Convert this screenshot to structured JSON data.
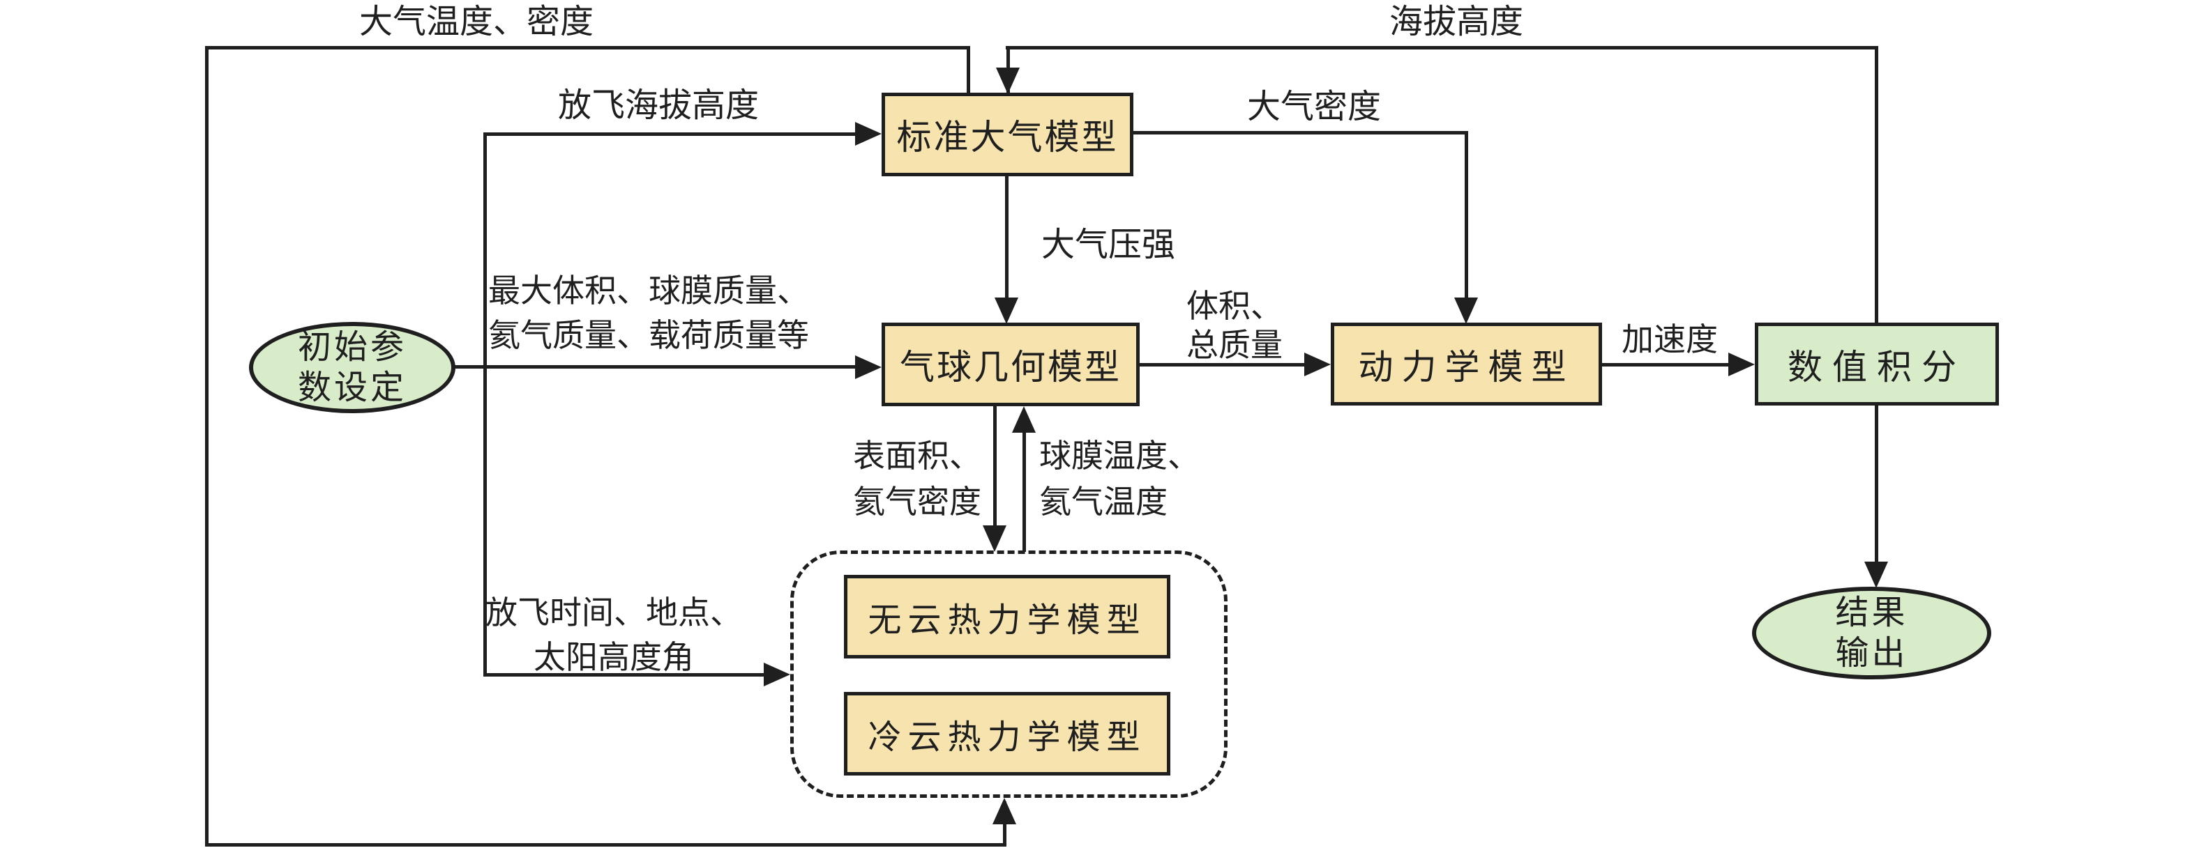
{
  "diagram": {
    "colors": {
      "process_fill": "#f6e3ad",
      "terminal_fill": "#d9ecca",
      "stroke": "#1f1f1f",
      "background": "#ffffff"
    },
    "nodes": {
      "standard_atmosphere": {
        "label": "标准大气模型"
      },
      "balloon_geometry": {
        "label": "气球几何模型"
      },
      "dynamics": {
        "label": "动力学模型"
      },
      "numerical_integration": {
        "label": "数值积分"
      },
      "cloudless_thermo": {
        "label": "无云热力学模型"
      },
      "cold_cloud_thermo": {
        "label": "冷云热力学模型"
      },
      "initial_params": {
        "line1": "初始参",
        "line2": "数设定"
      },
      "result_output": {
        "line1": "结果",
        "line2": "输出"
      }
    },
    "edge_labels": {
      "atm_temp_density": "大气温度、密度",
      "altitude": "海拔高度",
      "launch_altitude": "放飞海拔高度",
      "atm_density": "大气密度",
      "atm_pressure": "大气压强",
      "max_volume_line1": "最大体积、球膜质量、",
      "max_volume_line2": "氦气质量、载荷质量等",
      "volume_line1": "体积、",
      "volume_line2": "总质量",
      "acceleration": "加速度",
      "surface_line1": "表面积、",
      "surface_line2": "氦气密度",
      "film_temp_line1": "球膜温度、",
      "film_temp_line2": "氦气温度",
      "launch_time_line1": "放飞时间、地点、",
      "launch_time_line2": "太阳高度角"
    }
  }
}
